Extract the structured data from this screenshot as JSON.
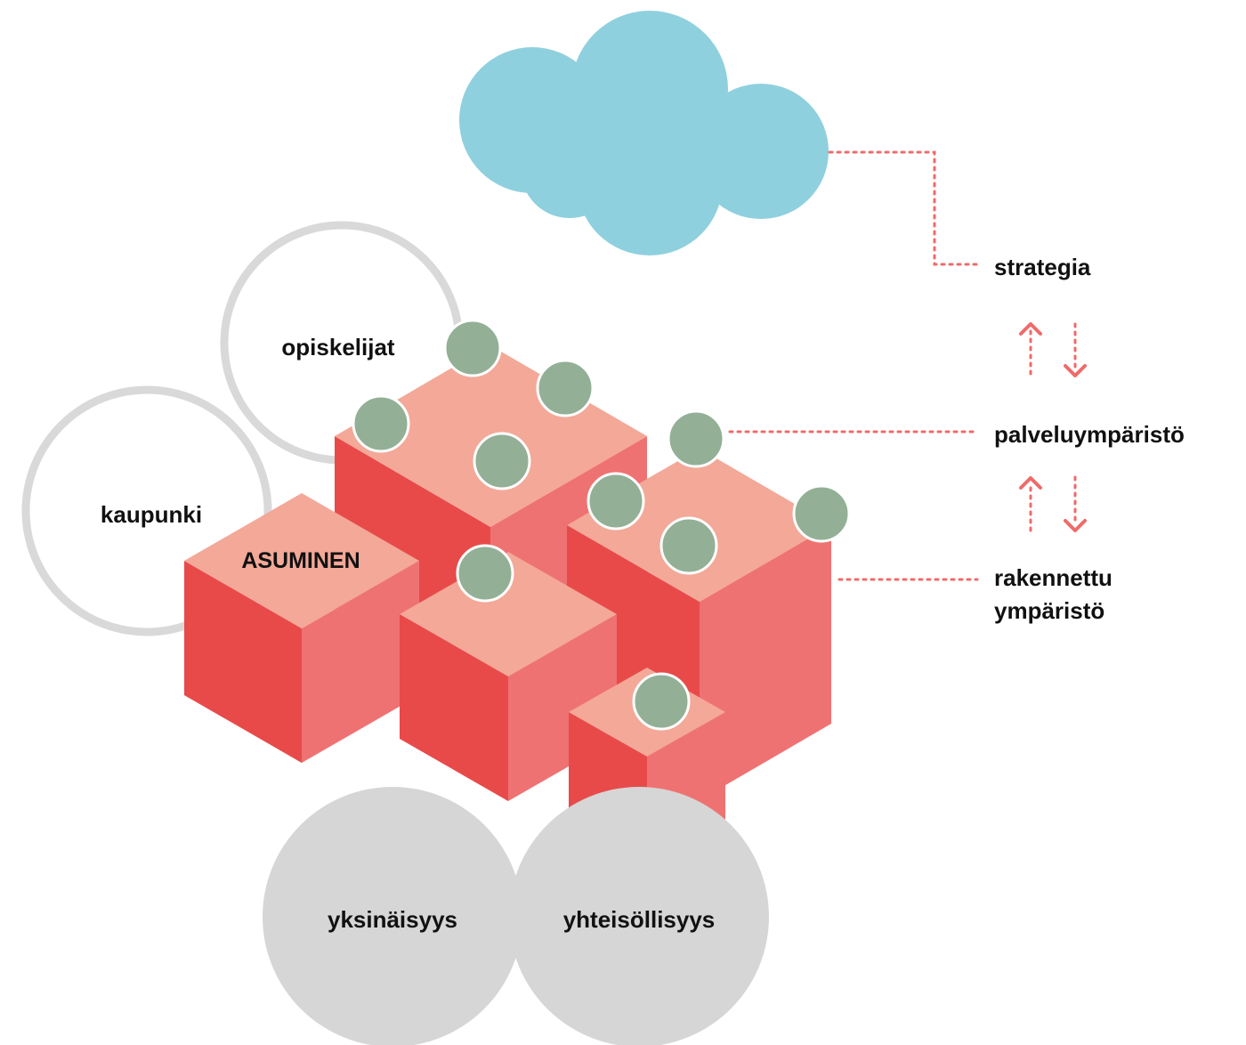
{
  "labels": {
    "opiskelijat": "opiskelijat",
    "kaupunki": "kaupunki",
    "asuminen": "ASUMINEN",
    "yksinaisyys": "yksinäisyys",
    "yhteisollisyys": "yhteisöllisyys",
    "strategia": "strategia",
    "palveluymparisto": "palveluympäristö",
    "rakennettu_line1": "rakennettu",
    "rakennettu_line2": "ympäristö"
  },
  "colors": {
    "cloud": "#8fd0de",
    "cube_top": "#f3a898",
    "cube_left": "#e84a4a",
    "cube_right": "#ef7272",
    "dot": "#93b096",
    "ring": "#d9d9d9",
    "grey_circle": "#d6d6d6",
    "connector": "#f06a6a"
  }
}
